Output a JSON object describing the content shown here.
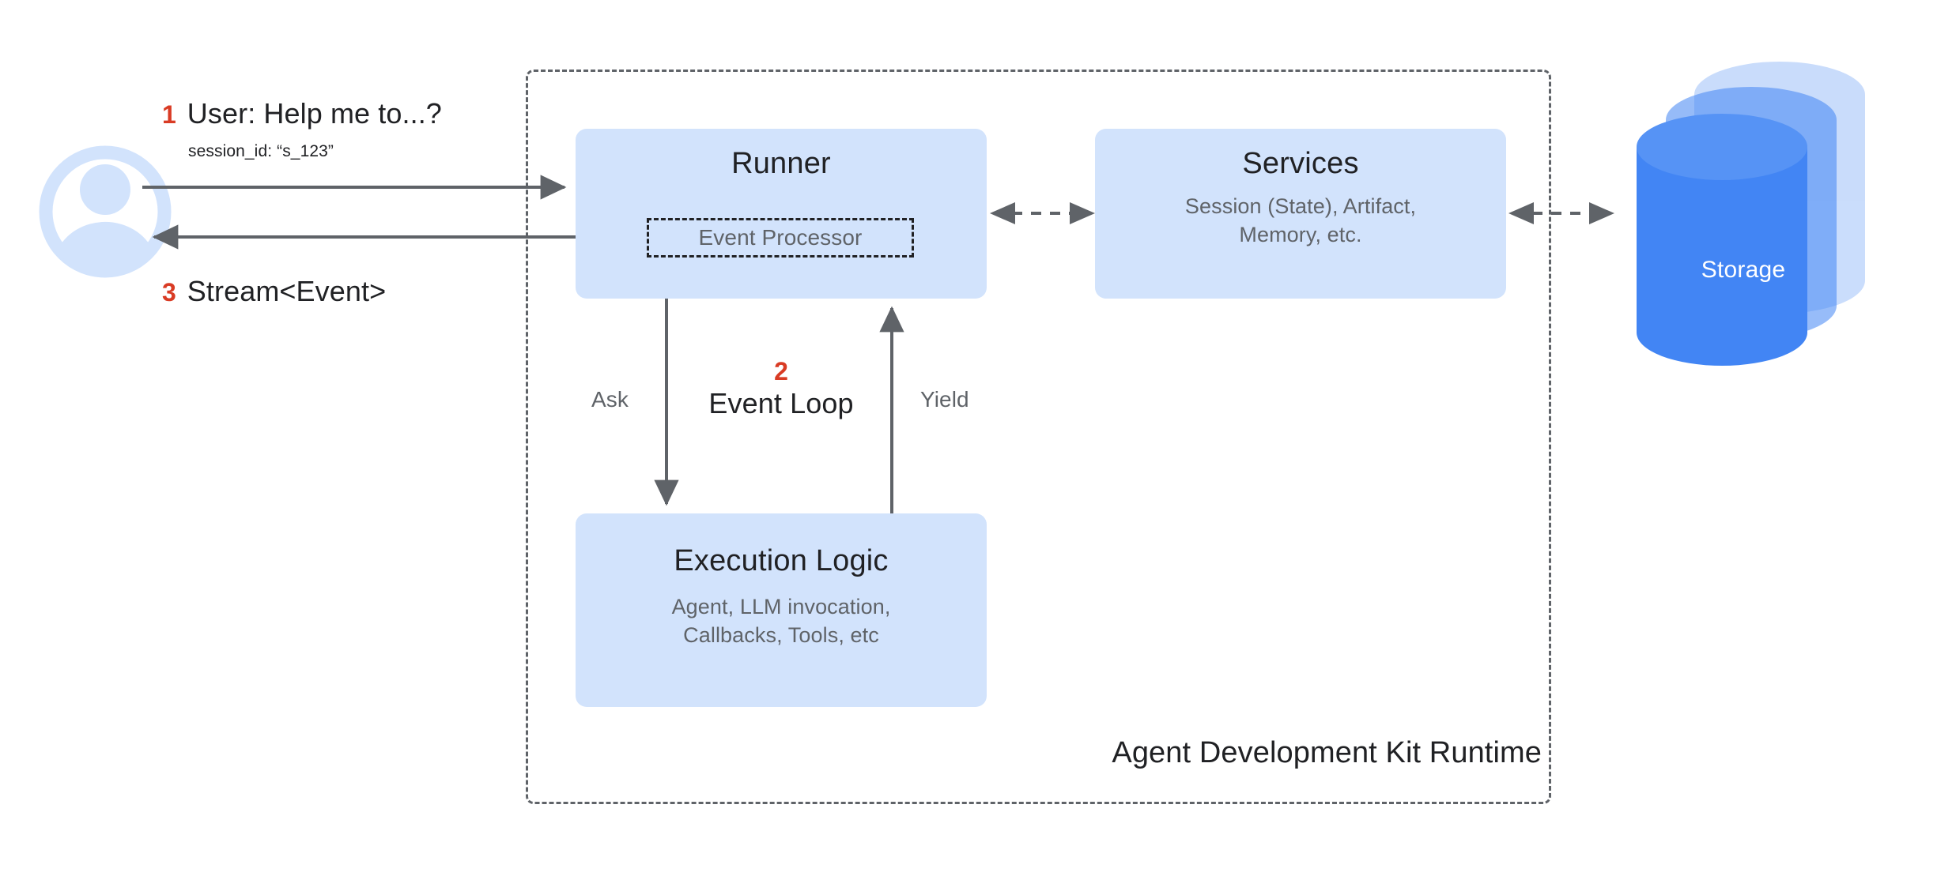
{
  "diagram": {
    "title": "Agent Development Kit Runtime",
    "colors": {
      "node_fill": "#d2e3fc",
      "accent_red": "#d93b24",
      "arrow_gray": "#5f6368",
      "storage_blue": "#4285f4",
      "avatar_blue": "#d2e3fc",
      "text_primary": "#202124",
      "text_secondary": "#5f6368"
    },
    "actor": {
      "icon": "user-avatar-icon",
      "name": "User"
    },
    "messages": [
      {
        "step": "1",
        "text": "User: Help me to...?",
        "meta": "session_id: “s_123”"
      },
      {
        "step": "3",
        "text": "Stream<Event>",
        "meta": ""
      }
    ],
    "nodes": {
      "runner": {
        "title": "Runner",
        "inner": {
          "label": "Event Processor"
        }
      },
      "services": {
        "title": "Services",
        "subtitle": "Session (State), Artifact,\nMemory, etc."
      },
      "execution": {
        "title": "Execution Logic",
        "subtitle": "Agent, LLM invocation,\nCallbacks, Tools, etc"
      },
      "storage": {
        "title": "Storage"
      }
    },
    "loop": {
      "step": "2",
      "label": "Event Loop",
      "down_label": "Ask",
      "up_label": "Yield"
    },
    "edges": [
      {
        "from": "user",
        "to": "runner",
        "style": "solid",
        "direction": "forward"
      },
      {
        "from": "runner",
        "to": "user",
        "style": "solid",
        "direction": "forward"
      },
      {
        "from": "runner",
        "to": "execution",
        "style": "solid",
        "direction": "forward",
        "label": "Ask"
      },
      {
        "from": "execution",
        "to": "runner",
        "style": "solid",
        "direction": "forward",
        "label": "Yield"
      },
      {
        "from": "runner",
        "to": "services",
        "style": "dashed",
        "direction": "both"
      },
      {
        "from": "services",
        "to": "storage",
        "style": "dashed",
        "direction": "both"
      }
    ]
  }
}
